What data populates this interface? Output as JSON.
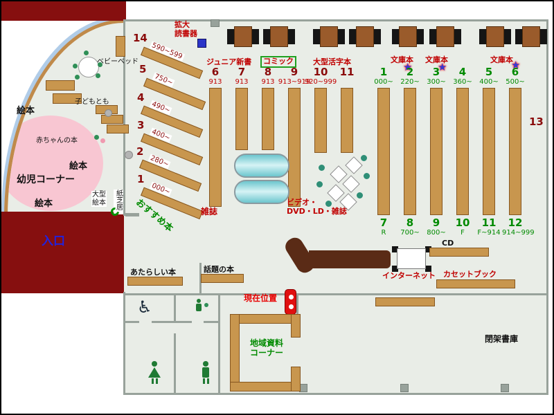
{
  "icons": {
    "star": "★",
    "wheelchair": "♿"
  },
  "labels": {
    "magnifier": "拡大\n読書器",
    "junior_shinsho": "ジュニア新書",
    "comic": "コミック",
    "large_print": "大型活字本",
    "bunko_a": "文庫本",
    "bunko_b": "文庫本",
    "bunko_c": "文庫本",
    "magazine": "雑誌",
    "video": "ビデオ・\nDVD・LD・雑誌",
    "cd": "CD",
    "internet": "インターネット",
    "cassette": "カセットブック",
    "current_location": "現在位置",
    "new_books": "あたらしい本",
    "topic_books": "話題の本",
    "local_corner": "地域資料\nコーナー",
    "closed_stacks": "閉架書庫",
    "entrance": "入口",
    "recommended": "おすすめ本",
    "shelf_13": "13",
    "baby_bed": "ベビーベッド",
    "ehon_left": "絵本",
    "ehon_mid": "絵本",
    "ehon_bottom": "絵本",
    "baby_books": "赤ちゃんの本",
    "toddler_corner": "幼児コーナー",
    "kodomo_tomo": "子どもとも",
    "large_ehon": "大型\n絵本",
    "kamishibai": "紙芝居"
  },
  "diagonal_shelves": [
    {
      "num": "14",
      "range": "590~599"
    },
    {
      "num": "5",
      "range": "750~"
    },
    {
      "num": "4",
      "range": "490~"
    },
    {
      "num": "3",
      "range": "400~"
    },
    {
      "num": "2",
      "range": "280~"
    },
    {
      "num": "1",
      "range": "000~"
    }
  ],
  "red_columns": [
    {
      "num": "6",
      "cls": "913"
    },
    {
      "num": "7",
      "cls": "913"
    },
    {
      "num": "8",
      "cls": "913"
    },
    {
      "num": "9",
      "cls": "913~919"
    },
    {
      "num": "10",
      "cls": "920~999"
    },
    {
      "num": "11",
      "cls": ""
    }
  ],
  "green_columns_top": [
    {
      "num": "1",
      "range": "000~"
    },
    {
      "num": "2",
      "range": "220~"
    },
    {
      "num": "3",
      "range": "300~"
    },
    {
      "num": "4",
      "range": "360~"
    },
    {
      "num": "5",
      "range": "400~"
    },
    {
      "num": "6",
      "range": "500~"
    }
  ],
  "green_columns_bottom": [
    {
      "num": "7",
      "range": "R"
    },
    {
      "num": "8",
      "range": "700~"
    },
    {
      "num": "9",
      "range": "800~"
    },
    {
      "num": "10",
      "range": "F"
    },
    {
      "num": "11",
      "range": "F~914"
    },
    {
      "num": "12",
      "range": "914~999"
    }
  ]
}
